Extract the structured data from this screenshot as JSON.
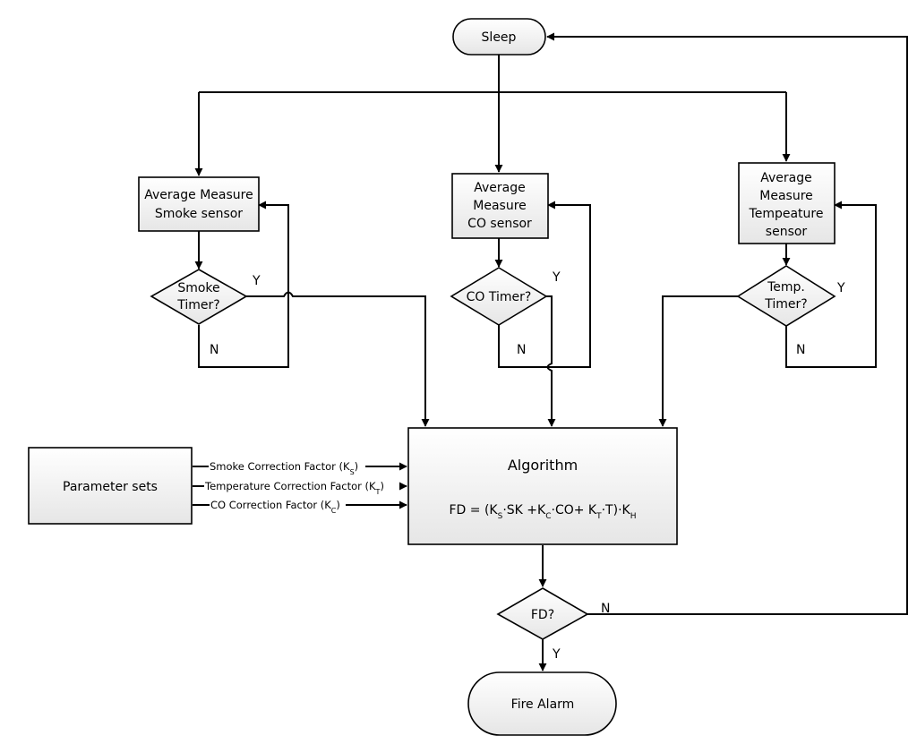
{
  "nodes": {
    "sleep": "Sleep",
    "smoke_measure": [
      "Average Measure",
      "Smoke sensor"
    ],
    "co_measure": [
      "Average",
      "Measure",
      "CO sensor"
    ],
    "temp_measure": [
      "Average",
      "Measure",
      "Tempeature",
      "sensor"
    ],
    "smoke_timer": [
      "Smoke",
      "Timer?"
    ],
    "co_timer": "CO Timer?",
    "temp_timer": [
      "Temp.",
      "Timer?"
    ],
    "parameter_sets": "Parameter sets",
    "algorithm_title": "Algorithm",
    "fd_decision": "FD?",
    "fire_alarm": "Fire Alarm"
  },
  "formula": {
    "lhs": "FD = (K",
    "sub_s": "S",
    "t1": "·SK +K",
    "sub_c": "C",
    "t2": "·CO+ K",
    "sub_t": "T",
    "t3": "·T)·K",
    "sub_h": "H"
  },
  "params": {
    "smoke": {
      "text": "Smoke Correction Factor (K",
      "sub": "S",
      "close": ")"
    },
    "temp": {
      "text": "Temperature Correction Factor (K",
      "sub": "T",
      "close": ")"
    },
    "co": {
      "text": "CO Correction Factor (K",
      "sub": "C",
      "close": ")"
    }
  },
  "labels": {
    "yes": "Y",
    "no": "N"
  }
}
